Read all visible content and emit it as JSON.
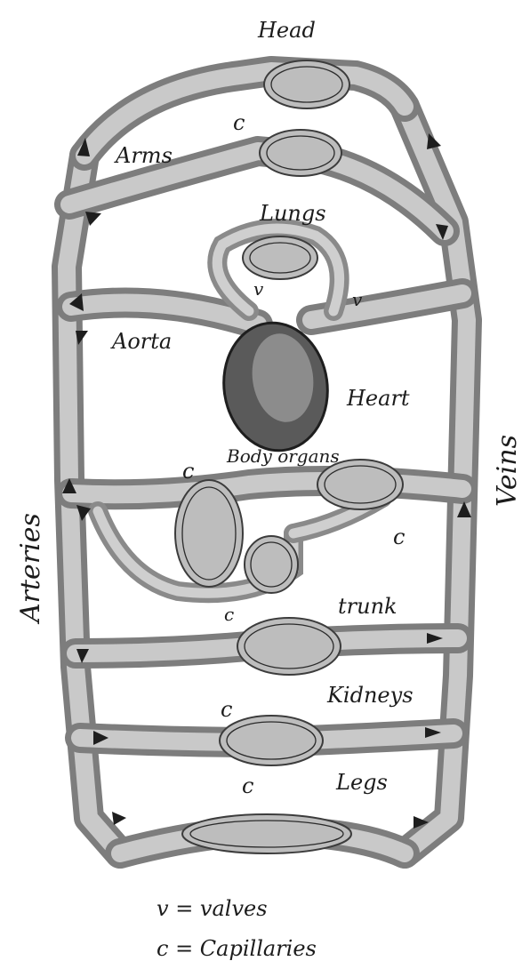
{
  "labels": {
    "head": "Head",
    "arms": "Arms",
    "lungs": "Lungs",
    "aorta": "Aorta",
    "heart": "Heart",
    "body_organs": "Body organs",
    "trunk": "trunk",
    "kidneys": "Kidneys",
    "legs": "Legs",
    "arteries": "Arteries",
    "veins": "Veins"
  },
  "marks": {
    "capillary": "c",
    "valve": "v"
  },
  "legend": {
    "valves": "v = valves",
    "capillaries": "c = Capillaries"
  }
}
